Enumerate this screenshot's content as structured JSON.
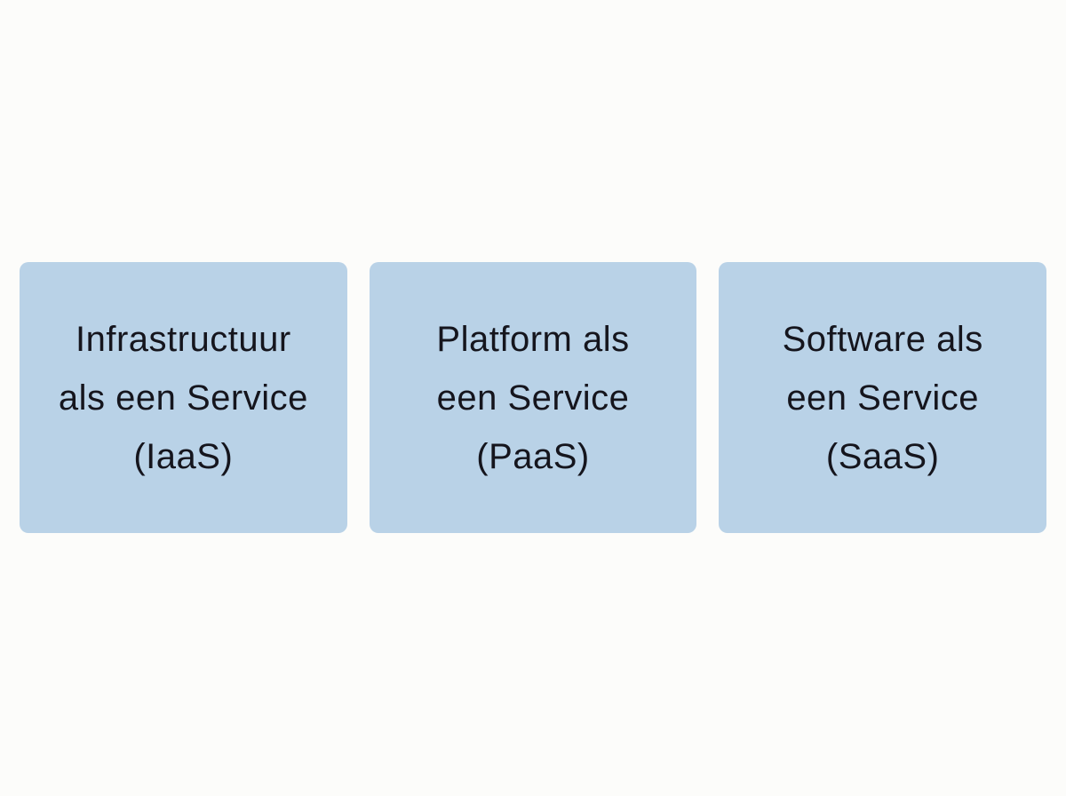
{
  "diagram": {
    "title": "",
    "background_color": "#fcfcfa",
    "box_color": "#b9d2e7",
    "text_color": "#15151d",
    "boxes": [
      {
        "id": "iaas",
        "label": "Infrastructuur\nals een Service\n(IaaS)"
      },
      {
        "id": "paas",
        "label": "Platform als\neen Service\n(PaaS)"
      },
      {
        "id": "saas",
        "label": "Software als\neen Service\n(SaaS)"
      }
    ]
  }
}
